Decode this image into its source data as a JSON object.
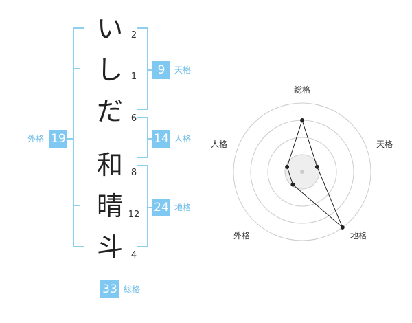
{
  "characters": [
    {
      "char": "い",
      "strokes": "2"
    },
    {
      "char": "し",
      "strokes": "1"
    },
    {
      "char": "だ",
      "strokes": "6"
    },
    {
      "char": "和",
      "strokes": "8"
    },
    {
      "char": "晴",
      "strokes": "12"
    },
    {
      "char": "斗",
      "strokes": "4"
    }
  ],
  "scores": {
    "tenkaku": {
      "value": "9",
      "label": "天格"
    },
    "jinkaku": {
      "value": "14",
      "label": "人格"
    },
    "chikaku": {
      "value": "24",
      "label": "地格"
    },
    "gaikaku": {
      "value": "19",
      "label": "外格"
    },
    "soukaku": {
      "value": "33",
      "label": "総格"
    }
  },
  "chart_data": {
    "type": "radar",
    "axes": [
      "総格",
      "天格",
      "地格",
      "外格",
      "人格"
    ],
    "values": [
      0.75,
      0.23,
      1.0,
      0.23,
      0.23
    ],
    "rings": 4,
    "colors": {
      "line": "#222222",
      "grid": "#cccccc",
      "fill": "#eeeeee"
    }
  }
}
